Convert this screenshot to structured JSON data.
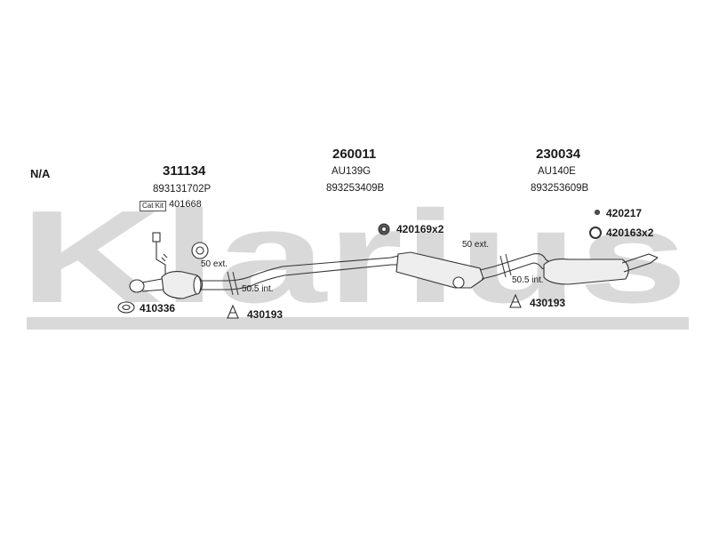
{
  "watermark": {
    "text": "Klarius",
    "color": "#d9d9d9"
  },
  "application": {
    "label": "N/A"
  },
  "sections": [
    {
      "part_no": "311134",
      "oe_ref": "893131702P",
      "catkit_label": "Cat Kit",
      "catkit_no": "401668"
    },
    {
      "part_no": "260011",
      "model": "AU139G",
      "oe_ref": "893253409B"
    },
    {
      "part_no": "230034",
      "model": "AU140E",
      "oe_ref": "893253609B"
    }
  ],
  "fittings": {
    "gasket_front": "410336",
    "clamp_front": "430193",
    "clamp_rear": "430193",
    "mount_mid": "420169x2",
    "washer_rear": "420217",
    "mount_rear": "420163x2"
  },
  "dimensions": {
    "front_ext": "50 ext.",
    "front_int": "50.5 int.",
    "rear_ext": "50 ext.",
    "rear_int": "50.5 int."
  },
  "colors": {
    "line": "#333333",
    "muffler_fill": "#eeeeee"
  }
}
